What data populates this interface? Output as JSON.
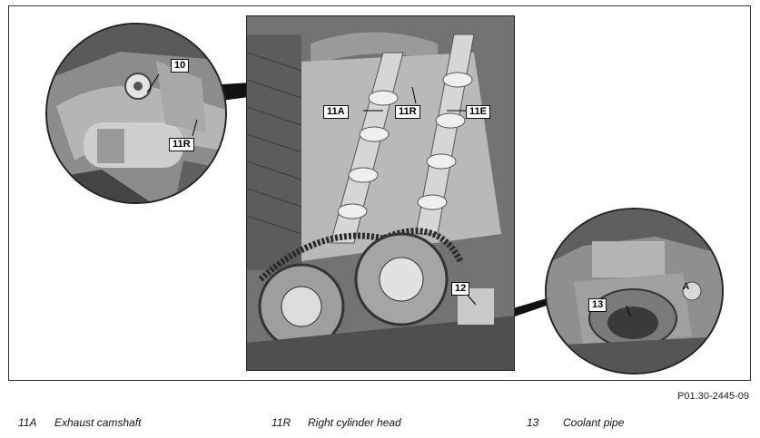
{
  "figure": {
    "callouts": {
      "c10": "10",
      "c11r_detail": "11R",
      "c11a": "11A",
      "c11r": "11R",
      "c11e": "11E",
      "c12": "12",
      "c13": "13",
      "cA": "A"
    },
    "figure_id": "P01.30-2445-09"
  },
  "legend": [
    {
      "code": "11A",
      "text": "Exhaust camshaft"
    },
    {
      "code": "11R",
      "text": "Right cylinder head"
    },
    {
      "code": "13",
      "text": "Coolant pipe"
    }
  ]
}
